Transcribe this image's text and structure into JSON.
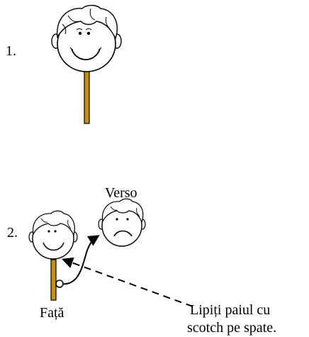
{
  "steps": [
    {
      "number": "1."
    },
    {
      "number": "2."
    }
  ],
  "labels": {
    "back": "Verso",
    "front": "Față",
    "instruction_line1": "Lipiți  paiul cu",
    "instruction_line2": "scotch pe spate."
  },
  "colors": {
    "stick": "#C8900C",
    "outline": "#000000",
    "background": "#FFFFFF"
  },
  "faces": {
    "step1_expression": "smiling",
    "step2_front_expression": "smiling",
    "step2_back_expression": "sad"
  }
}
